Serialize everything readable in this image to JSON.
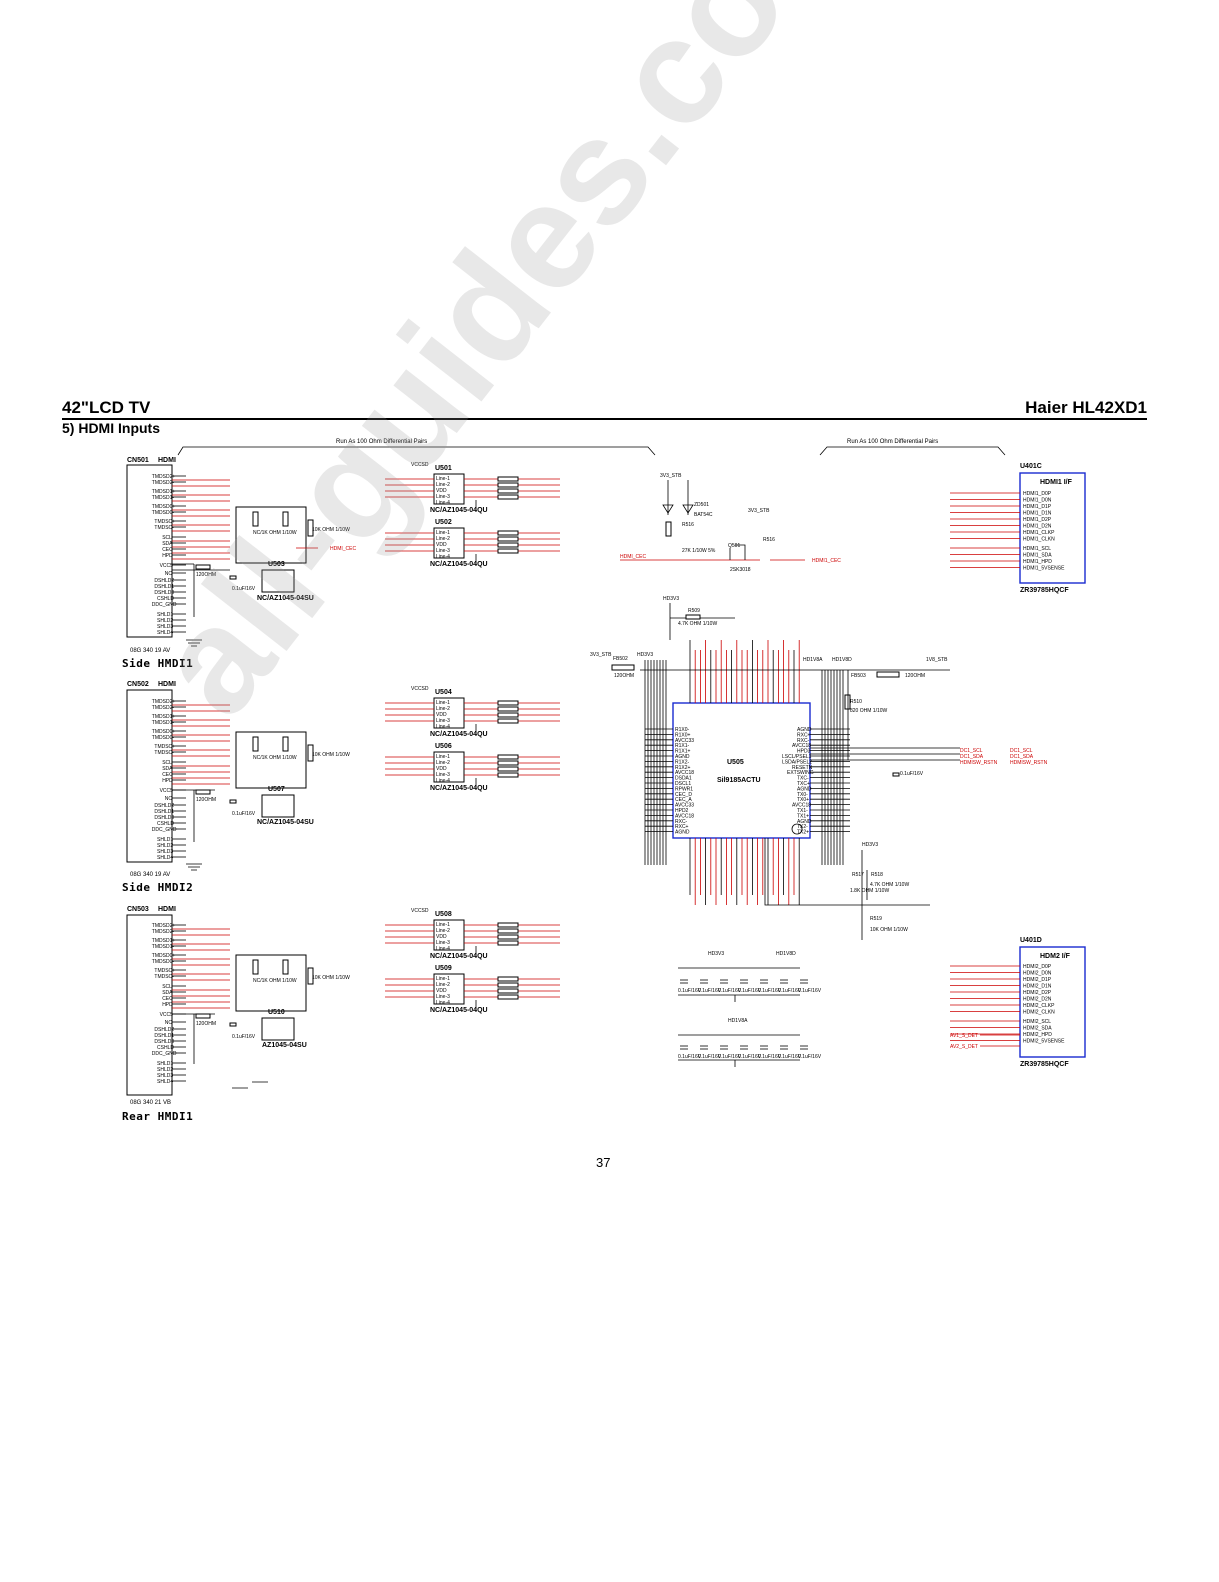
{
  "header": {
    "left_title": "42\"LCD TV",
    "right_title": "Haier HL42XD1",
    "section_title": "5) HDMI Inputs"
  },
  "annotations": {
    "diff_pairs_left": "Run As 100 Ohm Differential Pairs",
    "diff_pairs_right": "Run As 100 Ohm Differential Pairs"
  },
  "blocks": {
    "side1": "Side HMDI1",
    "side2": "Side HMDI2",
    "rear1": "Rear HMDI1"
  },
  "connectors": {
    "cn501": "CN501",
    "cn502": "CN502",
    "cn503": "CN503",
    "type": "HDMI",
    "cn501_part": "08G 340 19 AV",
    "cn502_part": "08G 340 19 AV",
    "cn503_part": "08G 340 21 VB"
  },
  "ics": {
    "u501": "U501",
    "u502": "U502",
    "u503": "U503",
    "u504": "U504",
    "u506": "U506",
    "u507": "U507",
    "u508": "U508",
    "u509": "U509",
    "u510": "U510",
    "u505": "U505",
    "u505_part": "Sil9185ACTU",
    "esd_part": "NC/AZ1045-04QU",
    "esd_part_small": "NC/AZ1045-04SU",
    "esd_part_rear": "AZ1045-04SU",
    "u401c": "U401C",
    "u401c_title": "HDMI1 I/F",
    "u401c_part": "ZR39785HQCF",
    "u401d": "U401D",
    "u401d_title": "HDM2 I/F",
    "u401d_part": "ZR39785HQCF"
  },
  "nets": {
    "hdmi_cec": "HDMI_CEC",
    "hdmi1_cec": "HDMI1_CEC",
    "v3_stb": "3V3_STB",
    "hd3v3": "HD3V3",
    "hd1v8a": "HD1V8A",
    "hd1v8d": "HD1V8D",
    "v1v8_stb": "1V8_STB",
    "hd3v3_b": "HD3V3",
    "vccsd": "VCCSD",
    "av1_s_det": "AV1_S_DET",
    "av2_s_det": "AV2_S_DET",
    "dc1_scl": "DC1_SCL",
    "dc1_sda": "DC1_SDA",
    "hdmisw_rstn": "HDMISW_RSTN"
  },
  "components": {
    "r509": "R509",
    "r509_val": "4.7K OHM 1/10W",
    "r510": "R510",
    "r510_val": "820 OHM 1/10W",
    "r517": "R517",
    "r518": "R518",
    "r518_val": "4.7K OHM 1/10W",
    "r517_val": "1.8K OHM 1/10W",
    "r519": "R519",
    "r519_val": "10K OHM 1/10W",
    "fb502": "FB502",
    "fb503": "FB503",
    "ferrite": "120OHM",
    "q501": "Q501",
    "q501_part": "2SK3018",
    "zd501": "ZD501",
    "zd501_part": "BAT54C",
    "r516": "R516",
    "r516_val": "27K 1/10W 5%",
    "cap_val": "0.1uF/16V",
    "r503_val": "10K OHM 1/10W",
    "r501_val": "NC/1K OHM 1/10W"
  },
  "u505_left_pins": [
    "R1X0-",
    "R1X0+",
    "AVCC33",
    "R1X1-",
    "R1X1+",
    "AGND",
    "R1X2-",
    "R1X2+",
    "AVCC18",
    "DSDA1",
    "DSCL1",
    "RPWR1",
    "CEC_D",
    "CEC_A",
    "AVCC33",
    "HPD2",
    "AVCC18",
    "RXC-",
    "RXC+",
    "AGND"
  ],
  "u505_right_pins": [
    "AGND",
    "RXC+",
    "RXC-",
    "AVCC18",
    "HPD3",
    "LSCL/PSEL1",
    "LSDA/PSEL2",
    "RESETN",
    "EXTSWING",
    "TXC-",
    "TXC+",
    "AGND",
    "TX0-",
    "TX0+",
    "AVCC18",
    "TX1-",
    "TX1+",
    "AGND",
    "TX2-",
    "TX2+"
  ],
  "u401c_pins": [
    "HDMI1_D0P",
    "HDMI1_D0N",
    "HDMI1_D1P",
    "HDMI1_D1N",
    "HDMI1_D2P",
    "HDMI1_D2N",
    "HDMI1_CLKP",
    "HDMI1_CLKN",
    "HDMI1_SCL",
    "HDMI1_SDA",
    "HDMI1_HPD",
    "HDMI1_5VSENSE"
  ],
  "u401d_pins": [
    "HDMI2_D0P",
    "HDMI2_D0N",
    "HDMI2_D1P",
    "HDMI2_D1N",
    "HDMI2_D2P",
    "HDMI2_D2N",
    "HDMI2_CLKP",
    "HDMI2_CLKN",
    "HDMI2_SCL",
    "HDMI2_SDA",
    "HDMI2_HPD",
    "HDMI2_5VSENSE"
  ],
  "connector_pins": [
    "TMDSD2+",
    "TMDSD2-",
    "TMDSD1+",
    "TMDSD1-",
    "TMDSD0+",
    "TMDSD0-",
    "TMDSC+",
    "TMDSC-",
    "SCL",
    "SDA",
    "CEC",
    "HPD",
    "VCC5",
    "NC",
    "DSHLD2",
    "DSHLD1",
    "DSHLD0",
    "CSHLD",
    "DDC_GND",
    "SHLD1",
    "SHLD2",
    "SHLD3",
    "SHLD4"
  ],
  "page_number": "37",
  "watermark": "all-guides.com",
  "colors": {
    "net_red": "#cc0000",
    "ink": "#000000",
    "chip_fill": "#ffffff",
    "blue": "#1a2bd0"
  }
}
